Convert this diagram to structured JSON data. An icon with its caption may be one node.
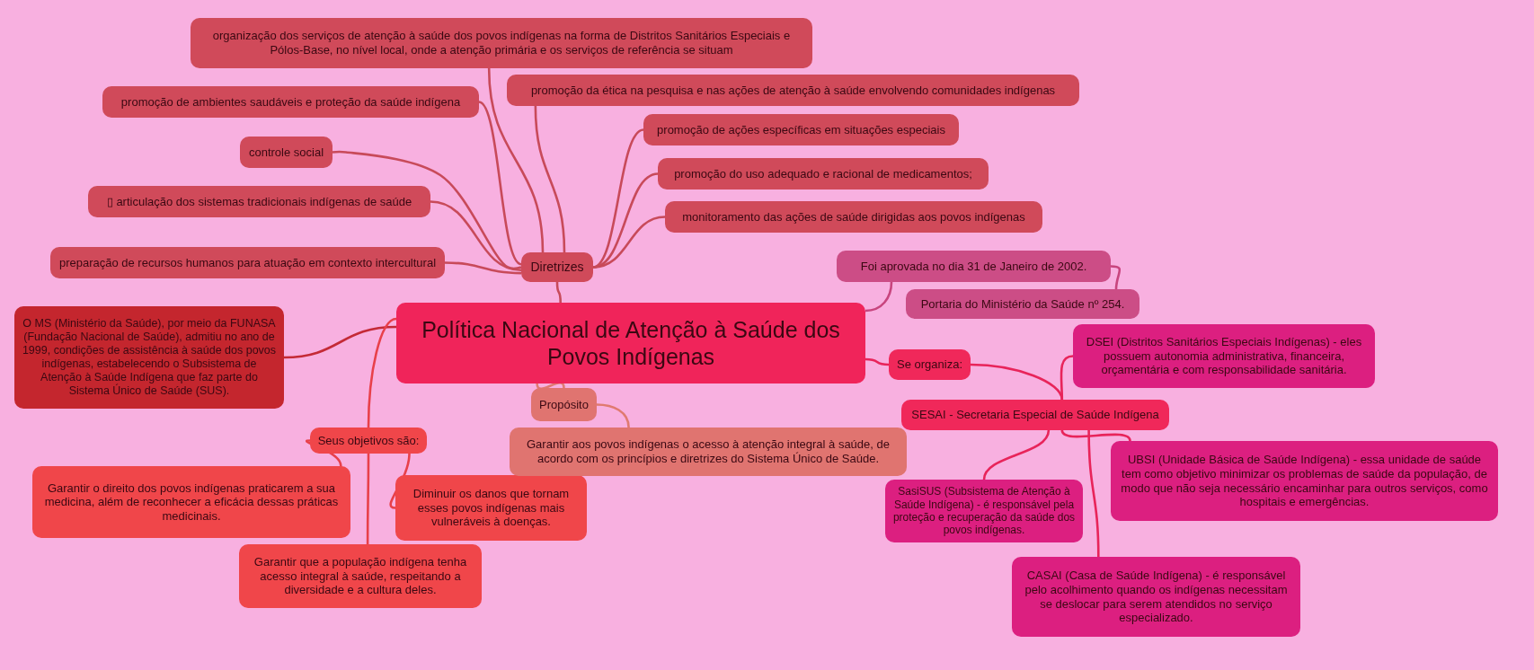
{
  "diagram": {
    "nodes": [
      {
        "text": [
          "Política Nacional de Atenção à Saúde dos Povos Indígenas"
        ]
      },
      {
        "text": [
          "Diretrizes"
        ]
      },
      {
        "text": [
          "organização dos serviços de atenção à saúde dos povos indígenas na forma de Distritos Sanitários Especiais e Pólos-Base, no nível local, onde a atenção primária e os serviços de referência se situam"
        ]
      },
      {
        "text": [
          "promoção de ambientes saudáveis e proteção da saúde indígena"
        ]
      },
      {
        "text": [
          "controle social"
        ]
      },
      {
        "text": [
          "▯ articulação dos sistemas tradicionais indígenas de saúde"
        ]
      },
      {
        "text": [
          "preparação de recursos humanos para atuação em contexto intercultural"
        ]
      },
      {
        "text": [
          "promoção da ética na pesquisa e nas ações de atenção à saúde envolvendo comunidades indígenas"
        ]
      },
      {
        "text": [
          "promoção de ações específicas em situações especiais"
        ]
      },
      {
        "text": [
          "promoção do uso adequado e racional de medicamentos;"
        ]
      },
      {
        "text": [
          "monitoramento das ações de saúde dirigidas aos povos indígenas"
        ]
      },
      {
        "text": [
          "Foi aprovada no dia 31 de Janeiro de 2002."
        ]
      },
      {
        "text": [
          "Portaria do Ministério da Saúde nº 254."
        ]
      },
      {
        "text": [
          "O MS (Ministério da Saúde), por meio da FUNASA (Fundação Nacional de Saúde), admitiu no ano de 1999, condições de assistência à saúde dos povos indígenas, estabelecendo o Subsistema de Atenção à Saúde Indígena que faz parte do Sistema Único de Saúde (SUS)."
        ]
      },
      {
        "text": [
          "Seus objetivos são:"
        ]
      },
      {
        "text": [
          "Garantir o direito dos povos indígenas praticarem a sua medicina, além de reconhecer a eficácia dessas práticas medicinais."
        ]
      },
      {
        "text": [
          "Diminuir os danos que tornam esses povos indígenas mais vulneráveis à doenças."
        ]
      },
      {
        "text": [
          "Garantir que a população indígena tenha acesso integral à saúde, respeitando a diversidade e a cultura deles."
        ]
      },
      {
        "text": [
          "Propósito"
        ]
      },
      {
        "text": [
          "Garantir aos povos indígenas o acesso à atenção integral à saúde, de acordo com os princípios e diretrizes do Sistema Único de Saúde."
        ]
      },
      {
        "text": [
          "Se organiza:"
        ]
      },
      {
        "text": [
          "SESAI - Secretaria Especial de Saúde Indígena"
        ]
      },
      {
        "text": [
          "DSEI (Distritos Sanitários Especiais Indígenas) - eles possuem autonomia administrativa, financeira, orçamentária e com responsabilidade sanitária."
        ]
      },
      {
        "text": [
          "SasiSUS (Subsistema de Atenção à Saúde Indígena) - é responsável pela proteção e recuperação da saúde dos povos indígenas."
        ]
      },
      {
        "text": [
          "UBSI (Unidade Básica de Saúde Indígena) - essa unidade de saúde tem como objetivo minimizar os problemas de saúde da população, de modo que não seja necessário encaminhar para outros serviços, como hospitais e emergências."
        ]
      },
      {
        "text": [
          "CASAI (Casa de Saúde Indígena) - é responsável pelo acolhimento quando os indígenas necessitam se deslocar para serem atendidos no serviço especializado."
        ]
      }
    ],
    "edges": [
      {
        "from": 0,
        "to": 1,
        "arrow": "none"
      },
      {
        "from": 1,
        "to": 2,
        "arrow": "none"
      },
      {
        "from": 1,
        "to": 3,
        "arrow": "none"
      },
      {
        "from": 1,
        "to": 4,
        "arrow": "none"
      },
      {
        "from": 1,
        "to": 5,
        "arrow": "none"
      },
      {
        "from": 1,
        "to": 6,
        "arrow": "none"
      },
      {
        "from": 1,
        "to": 7,
        "arrow": "none"
      },
      {
        "from": 1,
        "to": 8,
        "arrow": "none"
      },
      {
        "from": 1,
        "to": 9,
        "arrow": "none"
      },
      {
        "from": 1,
        "to": 10,
        "arrow": "none"
      },
      {
        "from": 0,
        "to": 11,
        "arrow": "none",
        "color": "#c8457e"
      },
      {
        "from": 11,
        "to": 12,
        "arrow": "none",
        "color": "#c8457e"
      },
      {
        "from": 0,
        "to": 13,
        "arrow": "none",
        "color": "#c42a36"
      },
      {
        "from": 0,
        "to": 14,
        "arrow": "none",
        "color": "#e8404a"
      },
      {
        "from": 14,
        "to": 15,
        "arrow": "none",
        "color": "#e8404a"
      },
      {
        "from": 14,
        "to": 16,
        "arrow": "none",
        "color": "#e8404a"
      },
      {
        "from": 14,
        "to": 17,
        "arrow": "none",
        "color": "#e8404a"
      },
      {
        "from": 0,
        "to": 18,
        "arrow": "none",
        "color": "#e07a70"
      },
      {
        "from": 18,
        "to": 19,
        "arrow": "none",
        "color": "#e07a70"
      },
      {
        "from": 0,
        "to": 20,
        "arrow": "none",
        "color": "#e8245a"
      },
      {
        "from": 20,
        "to": 21,
        "arrow": "none",
        "color": "#e8245a"
      },
      {
        "from": 21,
        "to": 22,
        "arrow": "none",
        "color": "#e8245a"
      },
      {
        "from": 21,
        "to": 23,
        "arrow": "none",
        "color": "#e8245a"
      },
      {
        "from": 21,
        "to": 24,
        "arrow": "none",
        "color": "#e8245a"
      },
      {
        "from": 21,
        "to": 25,
        "arrow": "none",
        "color": "#e8245a"
      }
    ]
  }
}
